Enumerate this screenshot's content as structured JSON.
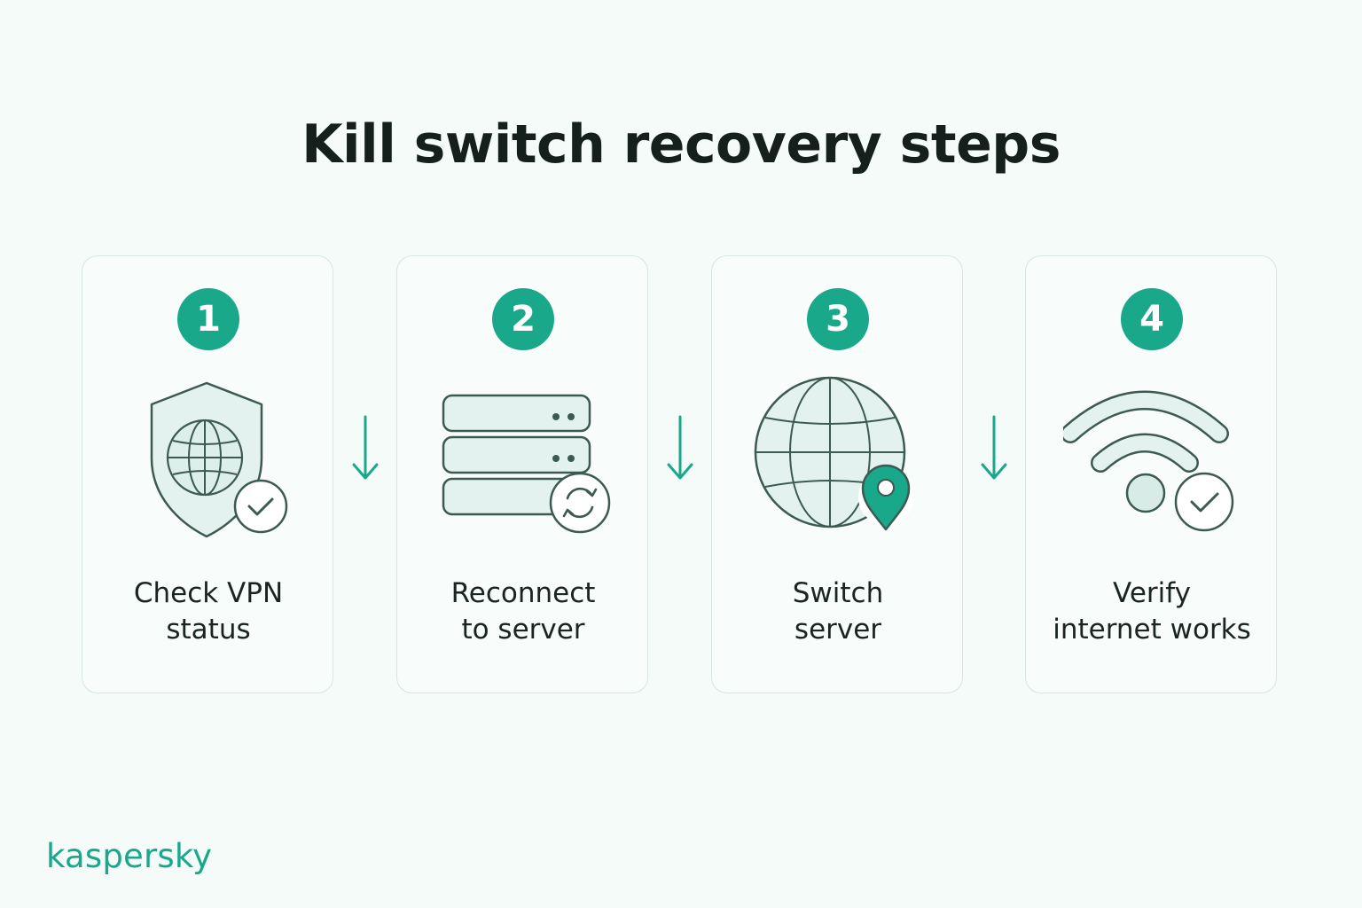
{
  "title": "Kill switch recovery steps",
  "steps": [
    {
      "number": "1",
      "label_line1": "Check VPN",
      "label_line2": "status",
      "icon": "shield-globe-check-icon"
    },
    {
      "number": "2",
      "label_line1": "Reconnect",
      "label_line2": "to server",
      "icon": "server-refresh-icon"
    },
    {
      "number": "3",
      "label_line1": "Switch",
      "label_line2": "server",
      "icon": "globe-location-pin-icon"
    },
    {
      "number": "4",
      "label_line1": "Verify",
      "label_line2": "internet works",
      "icon": "wifi-check-icon"
    }
  ],
  "brand": "kaspersky",
  "colors": {
    "accent": "#1aa88b",
    "outline": "#3d5a52",
    "icon_fill": "#e3f2ee",
    "background": "#f5fbf9"
  }
}
